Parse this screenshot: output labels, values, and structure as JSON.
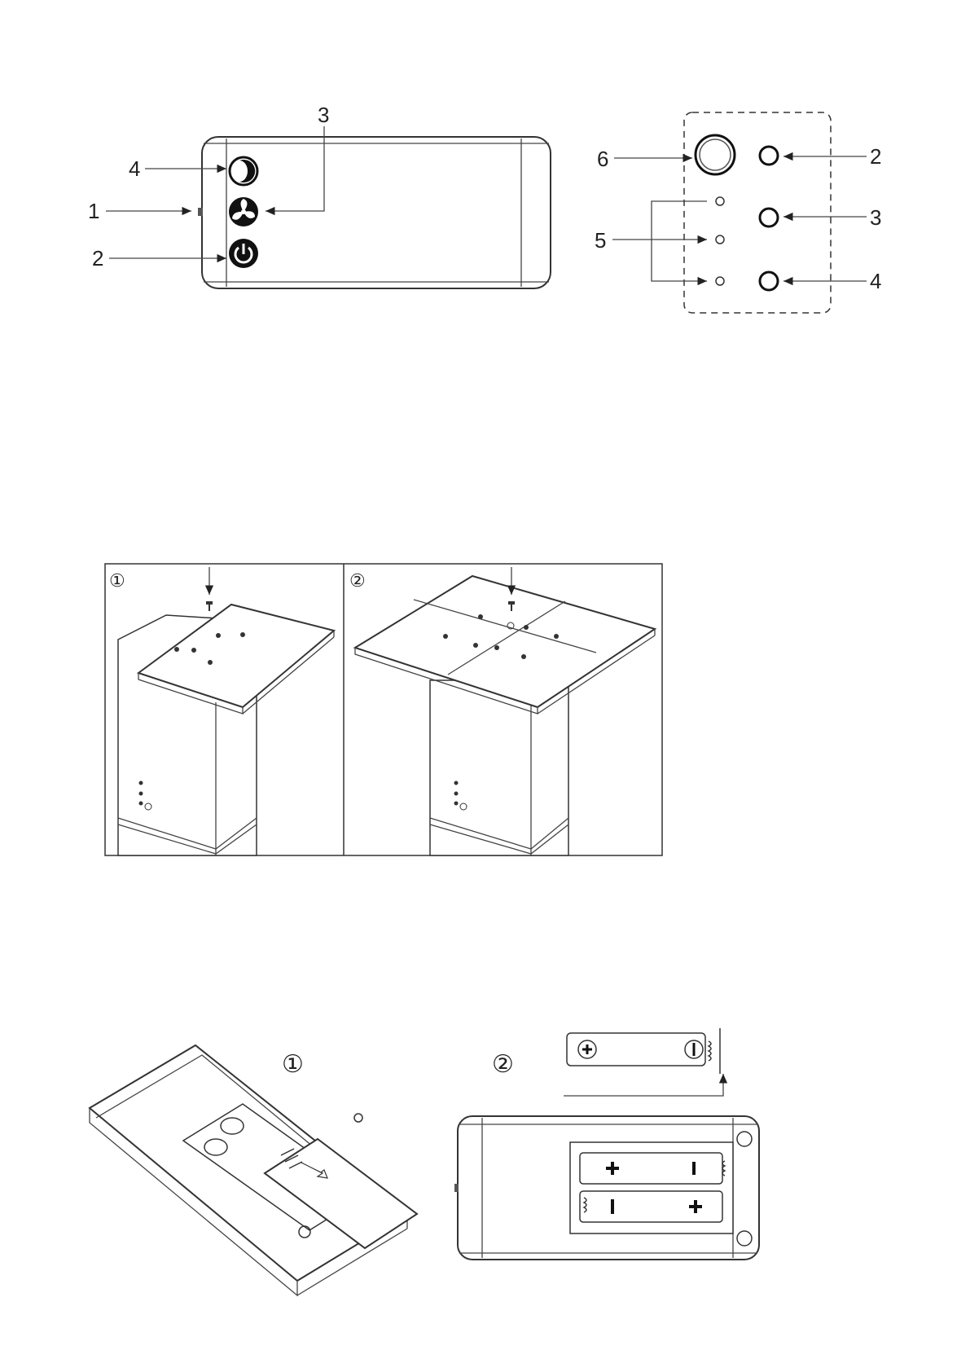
{
  "figure1": {
    "remote_labels": {
      "one": "1",
      "two": "2",
      "three": "3",
      "four": "4"
    },
    "panel_labels": {
      "two": "2",
      "three": "3",
      "four": "4",
      "five": "5",
      "six": "6"
    }
  },
  "figure2": {
    "steps": [
      "①",
      "②"
    ]
  },
  "figure3": {
    "steps": [
      "①",
      "②"
    ]
  },
  "icons": [
    "moon-icon",
    "fan-icon",
    "power-icon"
  ]
}
